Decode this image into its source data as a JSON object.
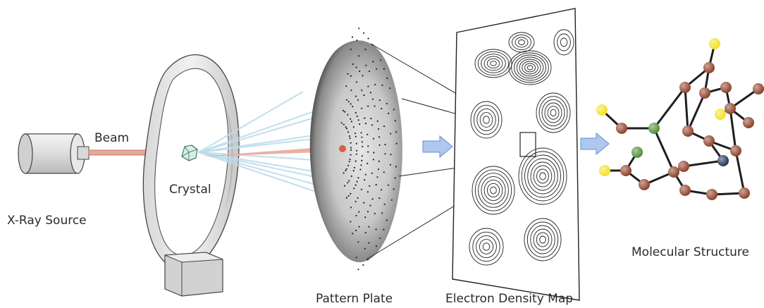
{
  "labels": {
    "xray_source": "X-Ray Source",
    "beam": "Beam",
    "crystal": "Crystal",
    "pattern_plate": "Pattern Plate",
    "electron_density_map": "Electron Density Map",
    "molecular_structure": "Molecular Structure"
  },
  "colors": {
    "beam": "#e8a79a",
    "diffracted_rays": "#bcdcec",
    "flow_arrow": "#aec8ef",
    "atom_brown": "#8a3a22",
    "atom_yellow": "#f2e11c",
    "atom_green": "#4a8a2c",
    "atom_navy": "#1d2a55",
    "bond": "#1e1e1e"
  }
}
